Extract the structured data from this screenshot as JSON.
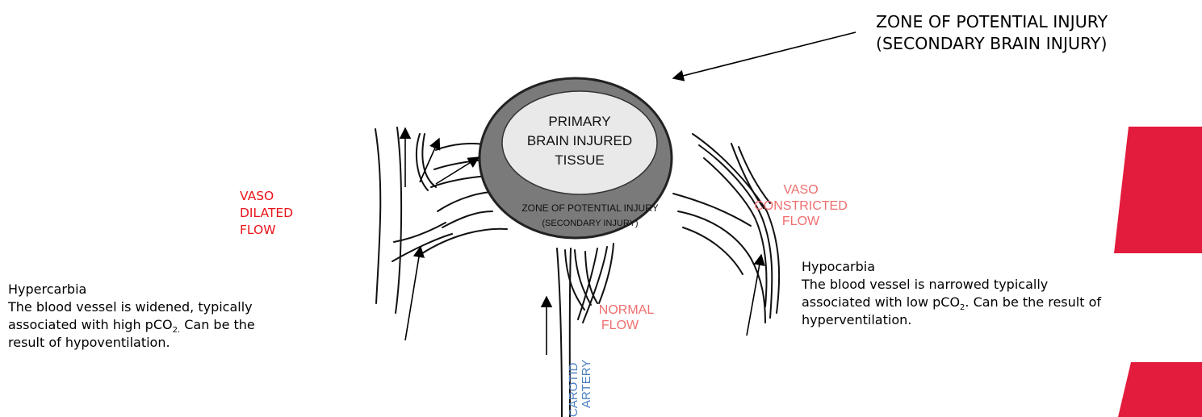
{
  "zone_of_injury_callout": {
    "line1": "ZONE OF POTENTIAL INJURY",
    "line2": "(SECONDARY BRAIN INJURY)"
  },
  "brain": {
    "core_line1": "PRIMARY",
    "core_line2": "BRAIN INJURED",
    "core_line3": "TISSUE",
    "ring_line1": "ZONE OF POTENTIAL INJURY",
    "ring_line2": "(SECONDARY INJURY)"
  },
  "vaso_dilated": {
    "line1": "VASO",
    "line2": "DILATED",
    "line3": "FLOW"
  },
  "vaso_constricted": {
    "line1": "VASO",
    "line2": "CONSTRICTED",
    "line3": "FLOW"
  },
  "normal_flow": {
    "line1": "NORMAL",
    "line2": "FLOW"
  },
  "carotid": {
    "line1": "CAROTID",
    "line2": "ARTERY"
  },
  "hypercarbia": {
    "title": "Hypercarbia",
    "line1": "The blood vessel is widened, typically",
    "line2_pre": "associated with high pCO",
    "sub": "2.",
    "line2_post": " Can be the",
    "line3": "result of hypoventilation."
  },
  "hypocarbia": {
    "title": "Hypocarbia",
    "line1": "The blood vessel is narrowed typically",
    "line2_pre": "associated with low pCO",
    "sub": "2",
    "line2_post": ". Can be the result of",
    "line3": "hyperventilation."
  },
  "colors": {
    "red_label": "#e8141b",
    "pink_label": "#ef6f6f",
    "blue_label": "#4a7fc0",
    "ring": "#7a7a7a",
    "core": "#e9e9e9",
    "accent": "#e31b3c"
  }
}
